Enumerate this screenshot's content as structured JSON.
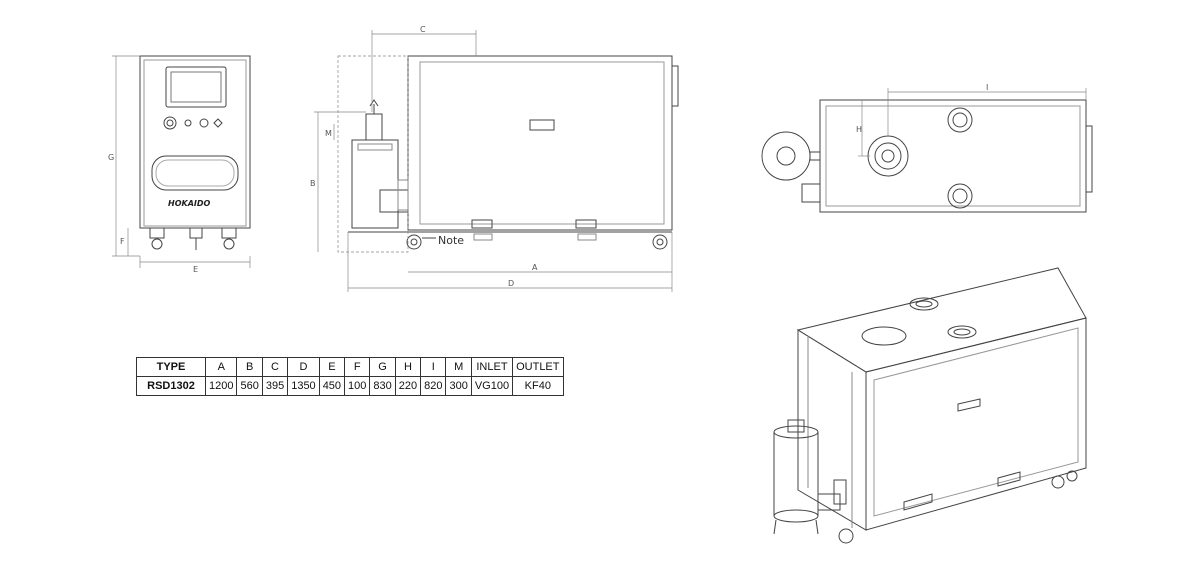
{
  "brand": "HOKAIDO",
  "note_label": "Note",
  "dimension_letters": {
    "A": "A",
    "B": "B",
    "C": "C",
    "D": "D",
    "E": "E",
    "F": "F",
    "G": "G",
    "H": "H",
    "I": "I",
    "M": "M"
  },
  "spec_table": {
    "headers": [
      "TYPE",
      "A",
      "B",
      "C",
      "D",
      "E",
      "F",
      "G",
      "H",
      "I",
      "M",
      "INLET",
      "OUTLET"
    ],
    "rows": [
      [
        "RSD1302",
        "1200",
        "560",
        "395",
        "1350",
        "450",
        "100",
        "830",
        "220",
        "820",
        "300",
        "VG100",
        "KF40"
      ]
    ]
  },
  "colors": {
    "line": "#444444",
    "dim_line": "#888888",
    "table_border": "#333333"
  }
}
